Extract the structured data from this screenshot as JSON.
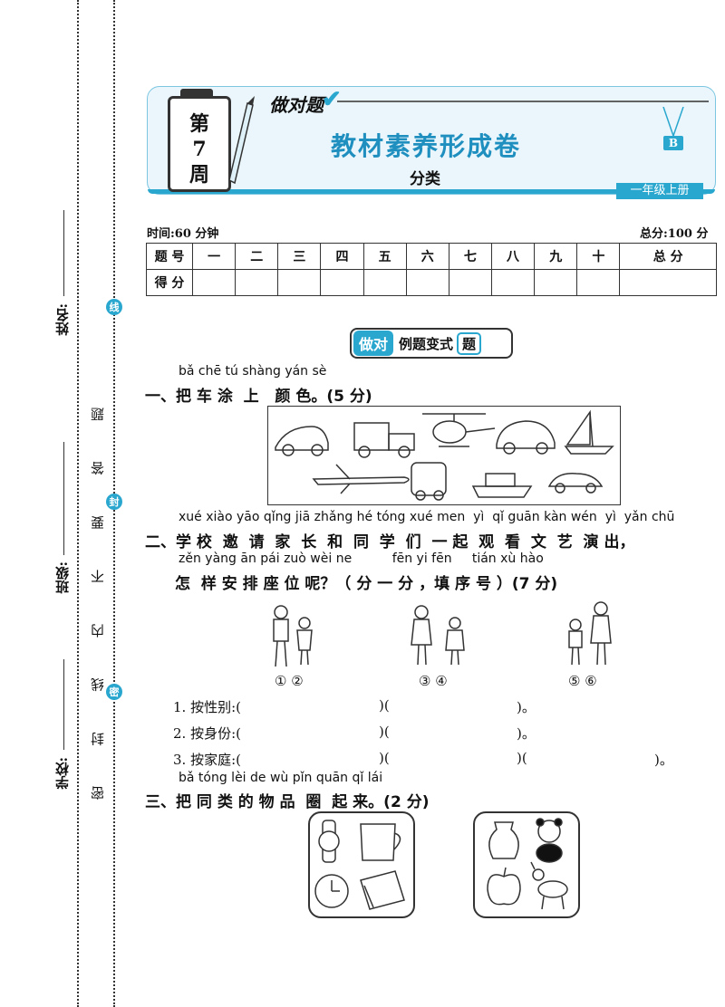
{
  "margin": {
    "name_label": "姓名:",
    "class_label": "班级:",
    "school_label": "学校:",
    "seal_text": "密 封 线 内 不 要 答 题",
    "mark_xian": "线",
    "mark_feng": "封",
    "mark_mi": "密"
  },
  "header": {
    "week_line1": "第",
    "week_line2": "7",
    "week_line3": "周",
    "brand": "做对题",
    "title": "教材素养形成卷",
    "subtitle": "分类",
    "badge": "B",
    "grade": "一年级上册"
  },
  "meta": {
    "time": "时间:60 分钟",
    "total": "总分:100 分"
  },
  "score_table": {
    "row1": [
      "题 号",
      "一",
      "二",
      "三",
      "四",
      "五",
      "六",
      "七",
      "八",
      "九",
      "十",
      "总 分"
    ],
    "row2_label": "得 分"
  },
  "section_banner": {
    "part1": "做对",
    "part2": "例题变式",
    "part3": "题"
  },
  "q1": {
    "pinyin": "bǎ chē tú shàng yán sè",
    "text": "一、把 车 涂  上   颜 色。(5 分)"
  },
  "q2": {
    "pinyin1": "xué xiào yāo qǐng jiā zhǎng hé tóng xué men  yì  qǐ guān kàn wén  yì  yǎn chū",
    "text1": "二、学 校  邀  请  家  长  和  同  学  们  一 起  观  看  文  艺  演 出，",
    "pinyin2": "zěn yàng ān pái zuò wèi ne          fēn yi fēn     tián xù hào",
    "text2": "怎  样 安 排 座 位 呢？（ 分 一 分 ，填 序 号 ）(7 分)",
    "labels": [
      "① ②",
      "③ ④",
      "⑤ ⑥"
    ],
    "line1_label": "1. 按性别:(",
    "line2_label": "2. 按身份:(",
    "line3_label": "3. 按家庭:(",
    "paren_mid": ")(",
    "paren_end": ")。"
  },
  "q3": {
    "pinyin": "bǎ tóng lèi de wù pǐn quān qǐ lái",
    "text": "三、把 同 类 的 物 品  圈  起 来。(2 分)"
  }
}
